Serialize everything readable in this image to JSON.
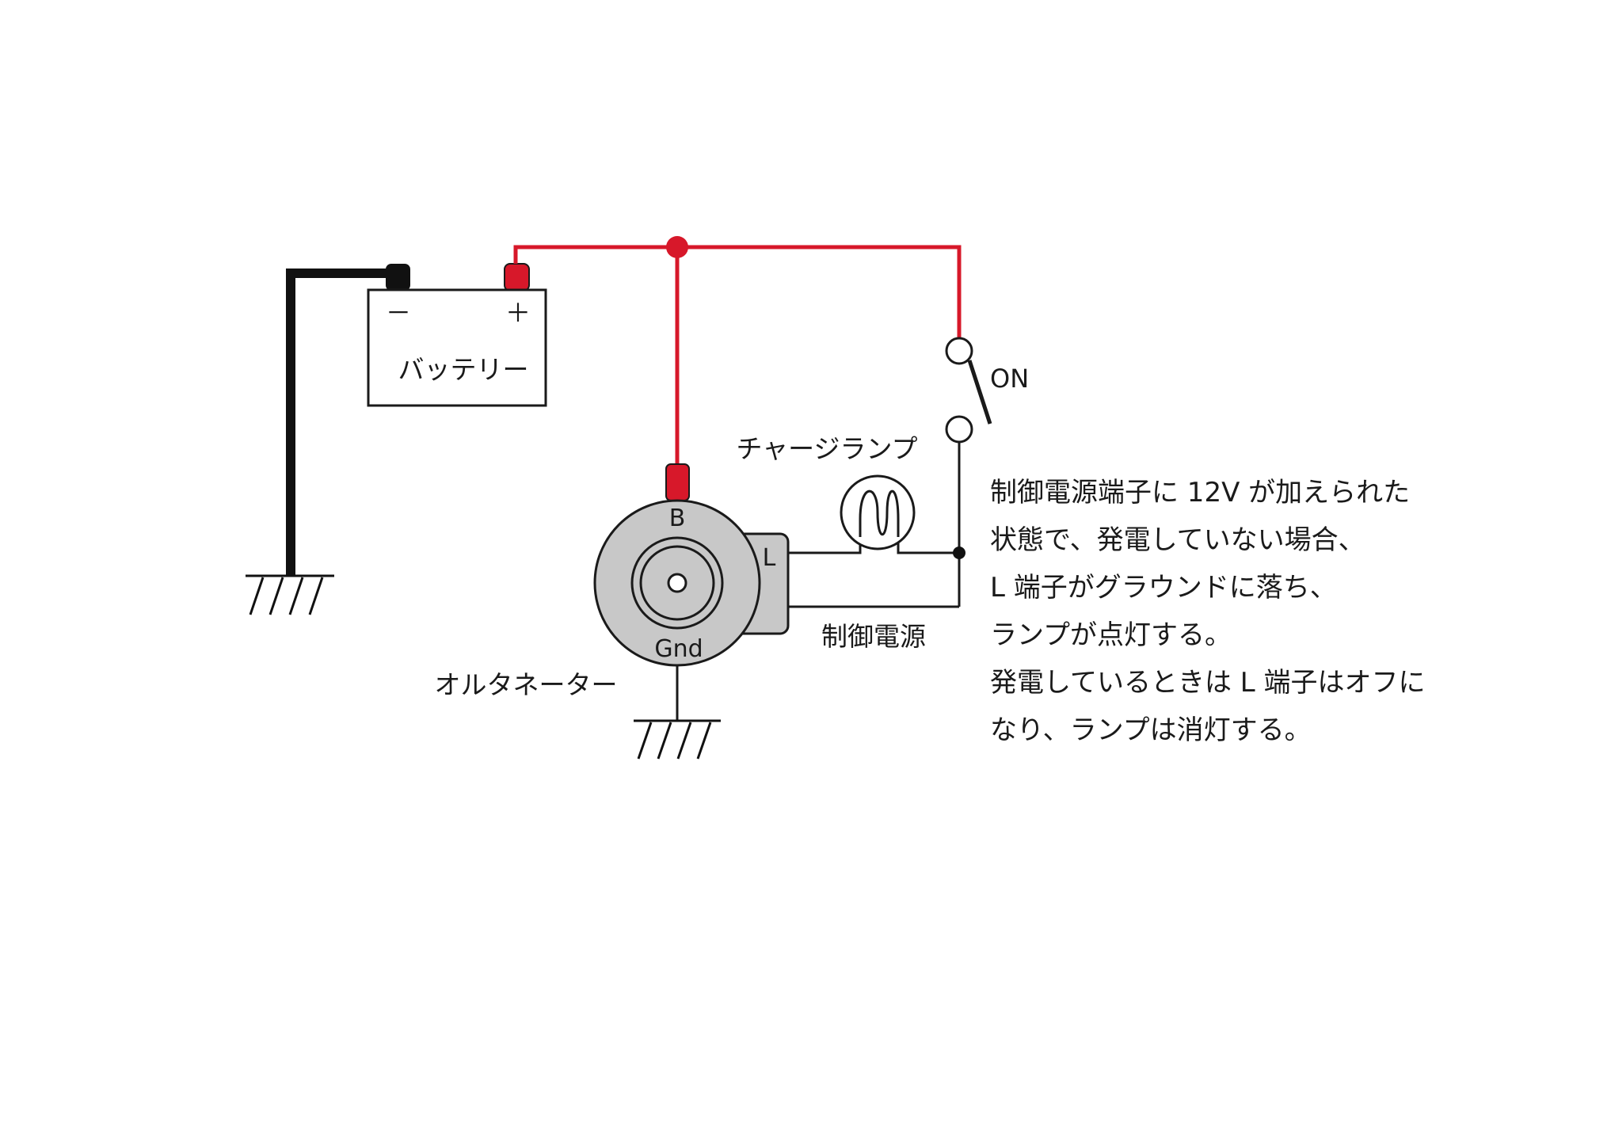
{
  "colors": {
    "positive_wire": "#d7182a",
    "ground_wire": "#111111",
    "alternator_body": "#c8c8c8",
    "outline": "#1a1a1a"
  },
  "battery": {
    "label": "バッテリー",
    "minus": "－",
    "plus": "＋"
  },
  "alternator": {
    "label": "オルタネーター",
    "terminal_b": "B",
    "terminal_gnd": "Gnd",
    "terminal_l": "L"
  },
  "switch": {
    "label": "ON"
  },
  "charge_lamp": {
    "label": "チャージランプ"
  },
  "control_power": {
    "label": "制御電源"
  },
  "ground_icons": [
    "ground-symbol-icon",
    "ground-symbol-icon"
  ],
  "description": {
    "lines": [
      "制御電源端子に 12V が加えられた",
      "状態で、発電していない場合、",
      "L 端子がグラウンドに落ち、",
      "ランプが点灯する。",
      "発電しているときは L 端子はオフに",
      "なり、ランプは消灯する。"
    ]
  }
}
